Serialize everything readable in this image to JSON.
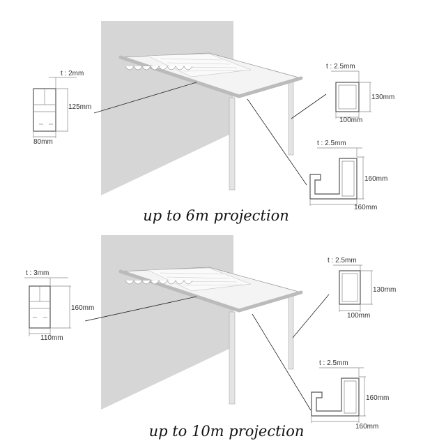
{
  "panels": [
    {
      "caption": "up to 6m projection",
      "left_profile": {
        "thickness": "t : 2mm",
        "height": "125mm",
        "width": "80mm"
      },
      "post_profile": {
        "thickness": "t : 2.5mm",
        "height": "130mm",
        "width": "100mm"
      },
      "gutter_profile": {
        "thickness": "t : 2.5mm",
        "height": "160mm",
        "width": "160mm"
      }
    },
    {
      "caption": "up to 10m projection",
      "left_profile": {
        "thickness": "t : 3mm",
        "height": "160mm",
        "width": "110mm"
      },
      "post_profile": {
        "thickness": "t : 2.5mm",
        "height": "130mm",
        "width": "100mm"
      },
      "gutter_profile": {
        "thickness": "t : 2.5mm",
        "height": "160mm",
        "width": "160mm"
      }
    }
  ],
  "colors": {
    "wall": "#d6d6d6",
    "frame": "#e8e8e8"
  }
}
